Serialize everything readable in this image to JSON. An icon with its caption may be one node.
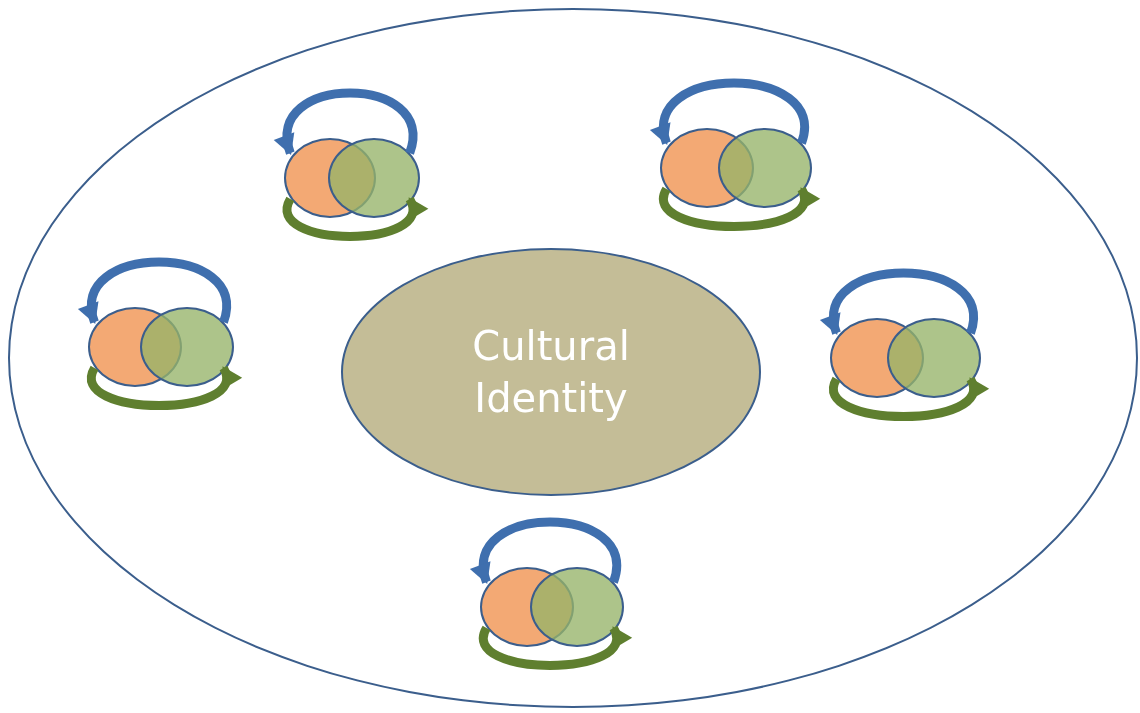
{
  "diagram": {
    "nodes": [
      {
        "text": [],
        "shape": "circle"
      },
      {
        "text": [],
        "shape": "circle",
        "in": 0
      },
      {
        "text": [],
        "shape": "circle",
        "in": 0
      },
      {
        "text": [],
        "shape": "circle",
        "in": 0
      },
      {
        "text": [],
        "shape": "circle",
        "in": 0
      },
      {
        "text": [],
        "shape": "circle",
        "in": 0
      },
      {
        "text": [],
        "shape": "circle",
        "in": 0
      },
      {
        "text": [
          "Cultural Identity"
        ],
        "in": 0
      },
      {
        "text": [],
        "shape": "circle",
        "in": 0
      },
      {
        "text": [],
        "shape": "circle",
        "in": 0
      },
      {
        "text": [],
        "shape": "circle",
        "in": 0
      },
      {
        "text": [],
        "shape": "circle",
        "in": 0
      }
    ],
    "edges": [
      {
        "from": 2,
        "to": 1,
        "arrow": "to",
        "color": "#3f6fae"
      },
      {
        "from": 1,
        "to": 2,
        "arrow": "to",
        "color": "#5f7f2f"
      },
      {
        "from": 4,
        "to": 3,
        "arrow": "to",
        "color": "#3f6fae"
      },
      {
        "from": 3,
        "to": 4,
        "arrow": "to",
        "color": "#5f7f2f"
      },
      {
        "from": 6,
        "to": 5,
        "arrow": "to",
        "color": "#3f6fae"
      },
      {
        "from": 5,
        "to": 6,
        "arrow": "to",
        "color": "#5f7f2f"
      },
      {
        "from": 9,
        "to": 8,
        "arrow": "to",
        "color": "#3f6fae"
      },
      {
        "from": 8,
        "to": 9,
        "arrow": "to",
        "color": "#5f7f2f"
      },
      {
        "from": 11,
        "to": 10,
        "arrow": "to",
        "color": "#3f6fae"
      },
      {
        "from": 10,
        "to": 11,
        "arrow": "to",
        "color": "#5f7f2f"
      }
    ]
  }
}
